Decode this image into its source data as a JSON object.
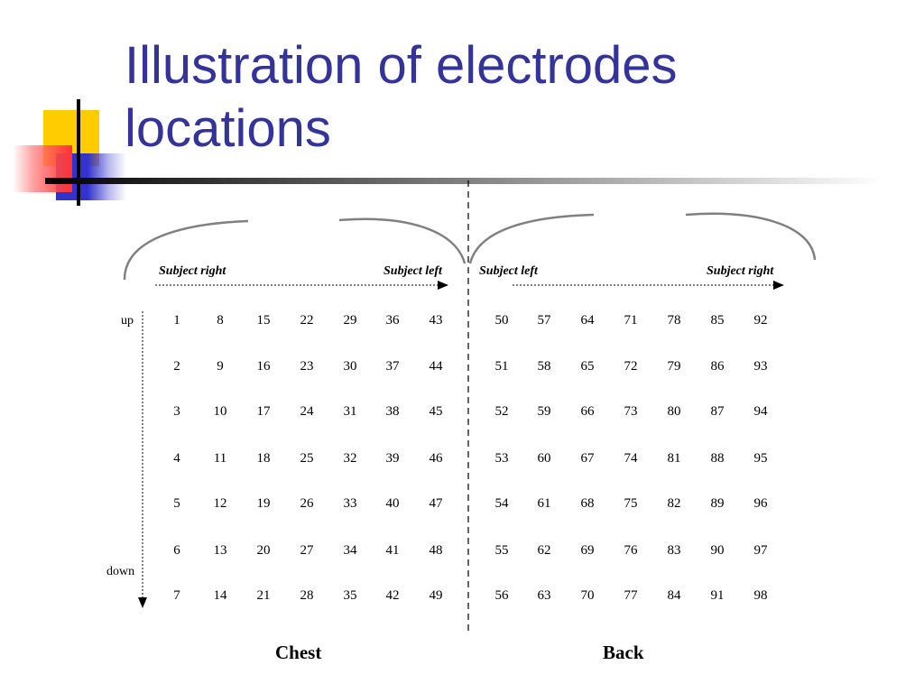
{
  "slide": {
    "title_line1": "Illustration of electrodes",
    "title_line2": "locations"
  },
  "diagram": {
    "chest_label": "Chest",
    "back_label": "Back",
    "chest_left_direction": "Subject right",
    "chest_right_direction": "Subject left",
    "back_left_direction": "Subject left",
    "back_right_direction": "Subject right",
    "up_label": "up",
    "down_label": "down",
    "chest_grid": [
      [
        "1",
        "8",
        "15",
        "22",
        "29",
        "36",
        "43"
      ],
      [
        "2",
        "9",
        "16",
        "23",
        "30",
        "37",
        "44"
      ],
      [
        "3",
        "10",
        "17",
        "24",
        "31",
        "38",
        "45"
      ],
      [
        "4",
        "11",
        "18",
        "25",
        "32",
        "39",
        "46"
      ],
      [
        "5",
        "12",
        "19",
        "26",
        "33",
        "40",
        "47"
      ],
      [
        "6",
        "13",
        "20",
        "27",
        "34",
        "41",
        "48"
      ],
      [
        "7",
        "14",
        "21",
        "28",
        "35",
        "42",
        "49"
      ]
    ],
    "back_grid": [
      [
        "50",
        "57",
        "64",
        "71",
        "78",
        "85",
        "92"
      ],
      [
        "51",
        "58",
        "65",
        "72",
        "79",
        "86",
        "93"
      ],
      [
        "52",
        "59",
        "66",
        "73",
        "80",
        "87",
        "94"
      ],
      [
        "53",
        "60",
        "67",
        "74",
        "81",
        "88",
        "95"
      ],
      [
        "54",
        "61",
        "68",
        "75",
        "82",
        "89",
        "96"
      ],
      [
        "55",
        "62",
        "69",
        "76",
        "83",
        "90",
        "97"
      ],
      [
        "56",
        "63",
        "70",
        "77",
        "84",
        "91",
        "98"
      ]
    ]
  },
  "colors": {
    "title": "#333399",
    "deco_yellow": "#ffcc00",
    "deco_blue": "#3333cc",
    "deco_red": "#ff3333"
  }
}
